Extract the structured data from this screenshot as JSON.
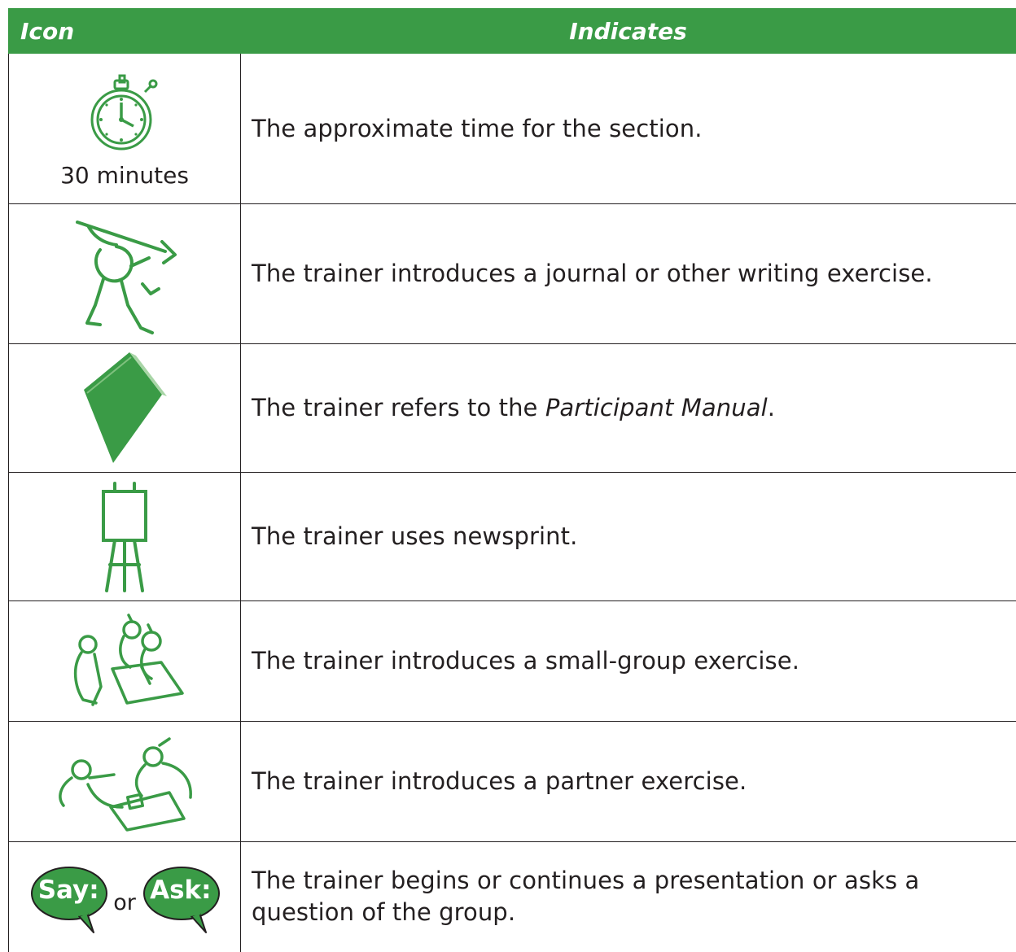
{
  "header": {
    "icon_col": "Icon",
    "indicates_col": "Indicates"
  },
  "rows": [
    {
      "icon": "stopwatch-icon",
      "icon_label": "30 minutes",
      "text": "The approximate time for the section."
    },
    {
      "icon": "person-writing-icon",
      "text": "The trainer introduces a journal or other writing exercise."
    },
    {
      "icon": "book-icon",
      "text_before": "The trainer refers to the ",
      "text_em": "Participant Manual",
      "text_after": "."
    },
    {
      "icon": "easel-icon",
      "text": "The trainer uses newsprint."
    },
    {
      "icon": "small-group-icon",
      "text": "The trainer introduces a small-group exercise."
    },
    {
      "icon": "partner-icon",
      "text": "The trainer introduces a partner exercise."
    },
    {
      "icon": "speech-bubble-icon",
      "say_label": "Say:",
      "or_label": "or",
      "ask_label": "Ask:",
      "text": "The trainer begins or continues a presentation or asks a question of the group."
    }
  ],
  "colors": {
    "brand_green": "#3a9b46",
    "text": "#231f20"
  }
}
